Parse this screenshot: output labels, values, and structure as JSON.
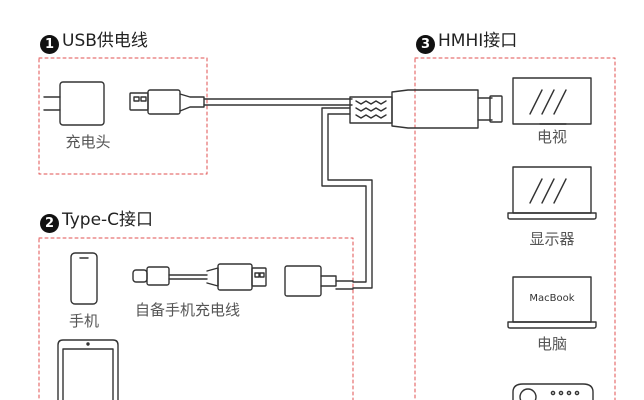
{
  "sections": {
    "usb_power": {
      "number": "1",
      "title": "USB供电线"
    },
    "hdmi": {
      "number": "3",
      "title": "HMHI接口"
    },
    "type_c": {
      "number": "2",
      "title": "Type-C接口"
    }
  },
  "labels": {
    "charger": "充电头",
    "phone": "手机",
    "own_cable": "自备手机充电线",
    "tv": "电视",
    "monitor": "显示器",
    "laptop": "电脑"
  },
  "laptop_screen_text": "MacBook",
  "colors": {
    "dashed_border": "#e05050",
    "line": "#333333",
    "number_badge": "#111111"
  },
  "icons": [
    "charger-icon",
    "usb-a-plug-icon",
    "hdmi-plug-icon",
    "usb-c-plug-icon",
    "phone-icon",
    "tablet-icon",
    "tv-icon",
    "monitor-icon",
    "laptop-icon",
    "projector-icon"
  ]
}
